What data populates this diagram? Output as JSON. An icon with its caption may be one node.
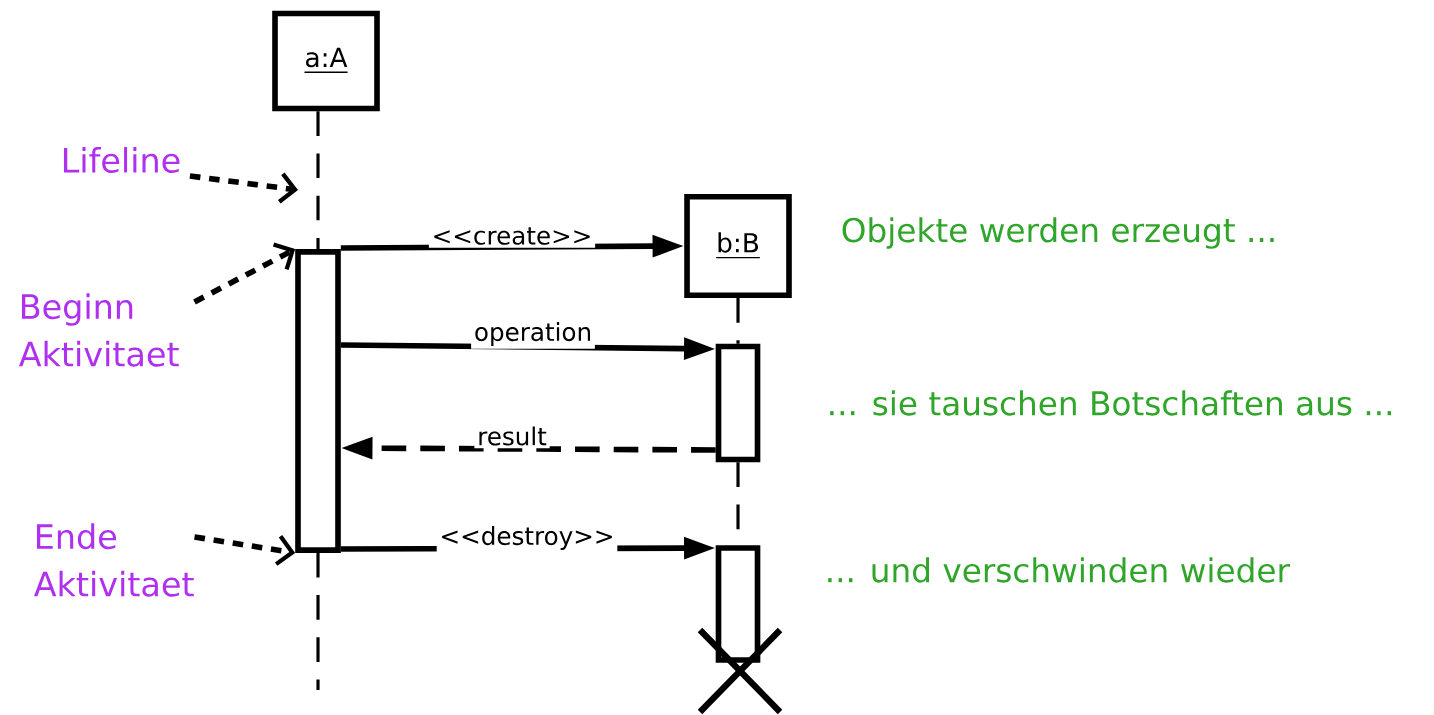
{
  "diagram": {
    "nodes": [
      {
        "text": [
          "a:A"
        ]
      },
      {
        "text": [
          "b:B"
        ]
      },
      {
        "text": [],
        "shape": "bar"
      },
      {
        "text": [],
        "shape": "bar"
      },
      {
        "text": [],
        "shape": "bar"
      },
      {
        "text": [
          "Lifeline"
        ]
      },
      {
        "text": [
          "Beginn Aktivitaet"
        ]
      },
      {
        "text": [
          "Ende Aktivitaet"
        ]
      }
    ],
    "edges": [
      {
        "from": 2,
        "to": 1,
        "arrow": "to",
        "label": "<<create>>"
      },
      {
        "from": 2,
        "to": 3,
        "arrow": "to",
        "label": "operation"
      },
      {
        "from": 3,
        "to": 2,
        "arrow": "to",
        "label": "result",
        "style": "dashed"
      },
      {
        "from": 2,
        "to": 4,
        "arrow": "to",
        "label": "<<destroy>>"
      },
      {
        "from": 5,
        "to": null,
        "arrow": "to",
        "style": "dashed"
      },
      {
        "from": 6,
        "to": 2,
        "arrow": "to",
        "style": "dashed"
      },
      {
        "from": 7,
        "to": 2,
        "arrow": "to",
        "style": "dashed"
      },
      {
        "from": 0,
        "to": 2,
        "arrow": "none",
        "style": "dashed"
      },
      {
        "from": 2,
        "to": null,
        "arrow": "none",
        "style": "dashed"
      },
      {
        "from": 1,
        "to": 3,
        "arrow": "none",
        "style": "dashed"
      },
      {
        "from": 3,
        "to": 4,
        "arrow": "none",
        "style": "dashed"
      }
    ],
    "labels": [
      "Objekte werden erzeugt ...",
      "... sie tauschen Botschaften aus ...",
      "... und verschwinden wieder"
    ]
  }
}
